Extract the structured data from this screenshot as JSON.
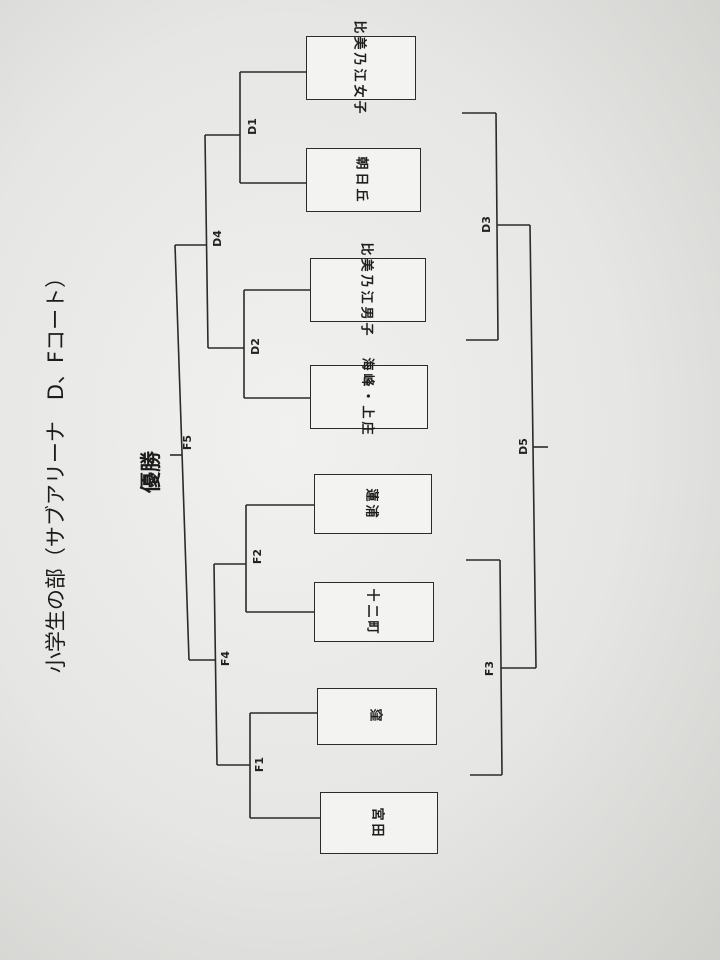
{
  "title": "小学生の部（サブアリーナ　D、Fコート）",
  "winner_label": "優勝",
  "teams": {
    "t1": "比美乃江女子",
    "t2": "朝日丘",
    "t3": "比美乃江男子",
    "t4": "海峰・上庄",
    "t5": "蓮浦",
    "t6": "十二町",
    "t7": "窪",
    "t8": "宮田"
  },
  "matches": {
    "d1": "D1",
    "d2": "D2",
    "d3": "D3",
    "d4": "D4",
    "d5": "D5",
    "f1": "F1",
    "f2": "F2",
    "f3": "F3",
    "f4": "F4",
    "f5": "F5"
  }
}
